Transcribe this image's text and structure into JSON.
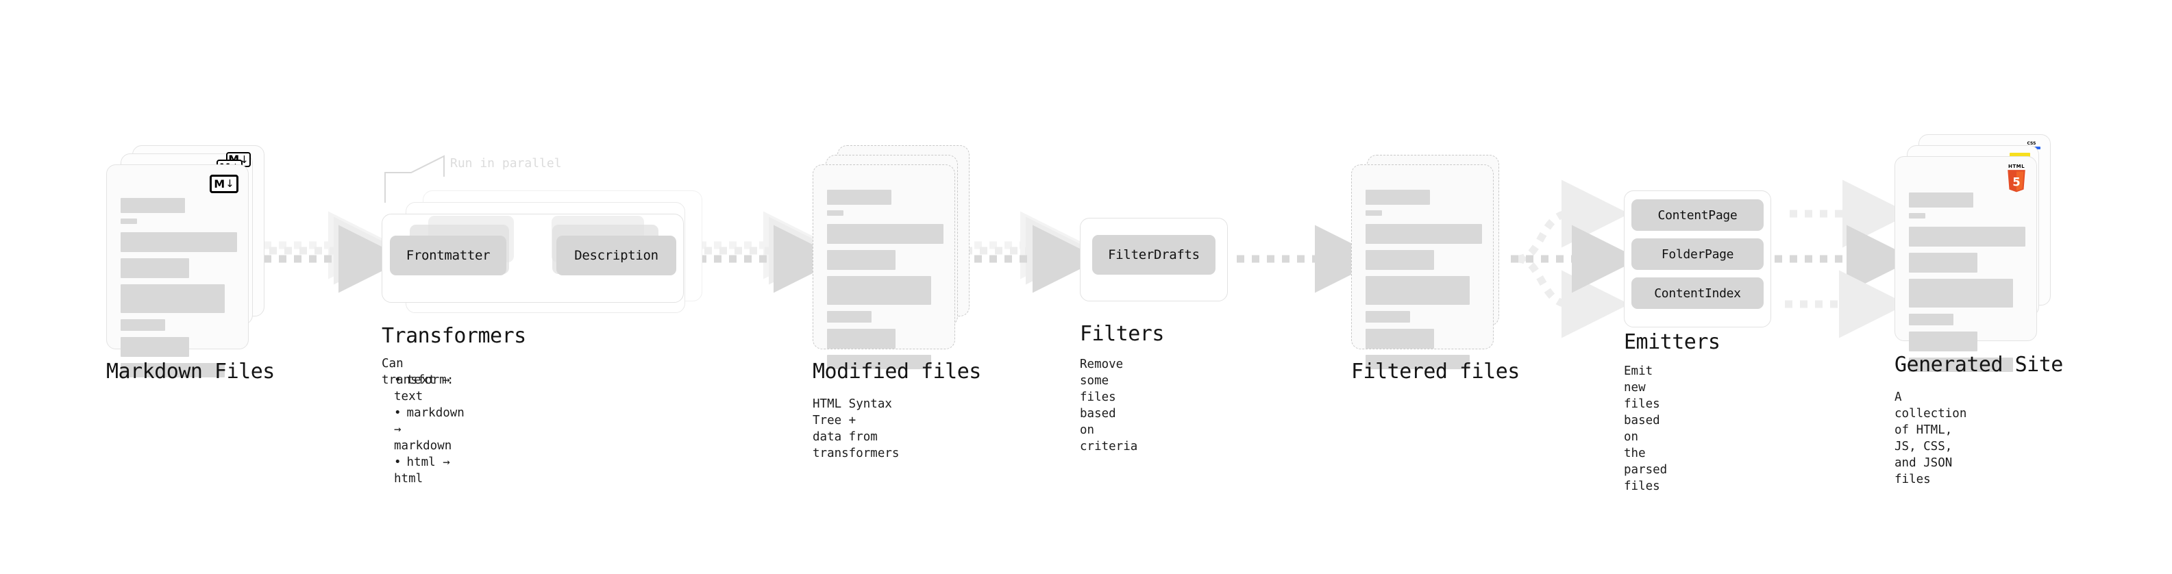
{
  "diagram": {
    "title_unrendered": "",
    "colors": {
      "bar": "#d8d8d8",
      "pill": "#d6d6d6",
      "card_border": "#e3e3e3",
      "dashed_border": "#c9c9c9",
      "arrow": "#d8d8d8",
      "arrow_faded": "#ececec",
      "text": "#141414",
      "muted": "#dcdcdc",
      "html5_orange": "#e44d26",
      "html5_orange_light": "#f16529",
      "css_blue": "#2965f1",
      "js_yellow": "#f7df1e"
    }
  },
  "stages": {
    "markdown_files": {
      "title": "Markdown Files",
      "description": "",
      "badge_icon": "markdown-icon",
      "badge_letter": "M",
      "badge_arrow": "↓",
      "stack_count": 3,
      "bars": [
        {
          "width": 94,
          "height": 22,
          "gap": 8
        },
        {
          "width": 24,
          "height": 8,
          "gap": 12
        },
        {
          "width": 170,
          "height": 29,
          "gap": 9
        },
        {
          "width": 100,
          "height": 29,
          "gap": 9
        },
        {
          "width": 152,
          "height": 42,
          "gap": 9
        },
        {
          "width": 65,
          "height": 17,
          "gap": 9
        },
        {
          "width": 100,
          "height": 29,
          "gap": 9
        },
        {
          "width": 152,
          "height": 21,
          "gap": 0
        }
      ]
    },
    "transformers": {
      "title": "Transformers",
      "run_in_parallel_label": "Run in parallel",
      "description_heading": "Can transform:",
      "description_items": [
        "text → text",
        "markdown → markdown",
        "html → html"
      ],
      "pills": [
        "Frontmatter",
        "Description"
      ],
      "stack_count": 3
    },
    "modified_files": {
      "title": "Modified files",
      "description": "HTML Syntax Tree +\ndata from transformers",
      "stack_count": 3,
      "dashed": true
    },
    "filters": {
      "title": "Filters",
      "description": "Remove some files based\non criteria",
      "pills": [
        "FilterDrafts"
      ]
    },
    "filtered_files": {
      "title": "Filtered files",
      "description": "",
      "stack_count": 2,
      "dashed": true
    },
    "emitters": {
      "title": "Emitters",
      "description": "Emit new files based on\nthe parsed files",
      "pills": [
        "ContentPage",
        "FolderPage",
        "ContentIndex"
      ]
    },
    "generated_site": {
      "title": "Generated Site",
      "description": "A collection of HTML,\nJS, CSS, and JSON files",
      "stack_count": 3,
      "badges": [
        "css-icon",
        "javascript-icon",
        "html5-icon"
      ],
      "html5_caption": "HTML",
      "html5_digit": "5",
      "css_caption": "CSS"
    }
  },
  "connectors": [
    {
      "name": "markdown-to-transformers",
      "kind": "dashed-arrow",
      "branches": 3
    },
    {
      "name": "transformers-to-modified",
      "kind": "dashed-arrow",
      "branches": 3
    },
    {
      "name": "modified-to-filters",
      "kind": "dashed-arrow",
      "branches": 3
    },
    {
      "name": "filters-to-filtered",
      "kind": "dashed-arrow",
      "branches": 1
    },
    {
      "name": "filtered-to-emitters",
      "kind": "dashed-fan",
      "branches": 3
    },
    {
      "name": "emitters-to-site",
      "kind": "dashed-arrow",
      "branches": 3
    }
  ]
}
